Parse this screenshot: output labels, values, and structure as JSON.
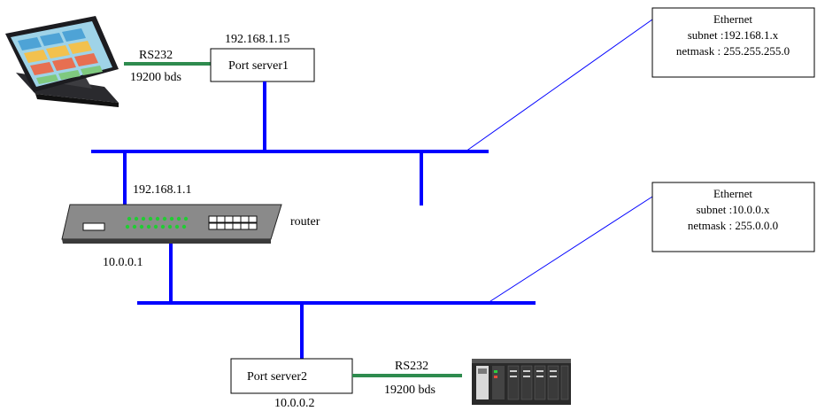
{
  "colors": {
    "ethernet_bus": "#0000ff",
    "serial_link": "#2e8b4e",
    "callout_line": "#0000ff",
    "box_border": "#000000"
  },
  "port_server1": {
    "name": "Port server1",
    "ip": "192.168.1.15",
    "serial_protocol": "RS232",
    "serial_speed": "19200 bds"
  },
  "router": {
    "name": "router",
    "ip_lan1": "192.168.1.1",
    "ip_lan2": "10.0.0.1"
  },
  "port_server2": {
    "name": "Port server2",
    "ip": "10.0.0.2",
    "serial_protocol": "RS232",
    "serial_speed": "19200 bds"
  },
  "networks": [
    {
      "title": "Ethernet",
      "subnet": "subnet :192.168.1.x",
      "netmask": "netmask : 255.255.255.0"
    },
    {
      "title": "Ethernet",
      "subnet": "subnet :10.0.0.x",
      "netmask": "netmask : 255.0.0.0"
    }
  ],
  "icons": {
    "terminal": "pos-terminal-icon",
    "router": "network-router-icon",
    "controller": "plc-controller-icon"
  }
}
